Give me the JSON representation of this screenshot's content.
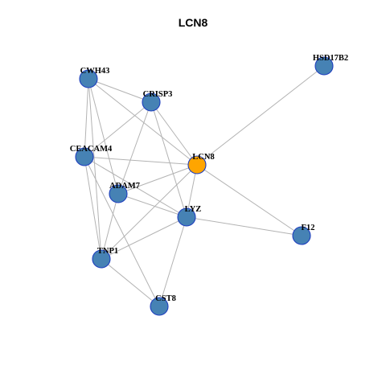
{
  "title": "LCN8",
  "colors": {
    "node_default": "#4682b4",
    "node_focus": "#ffa500",
    "node_border": "#1f3fbf",
    "edge": "#b3b3b3"
  },
  "nodes": [
    {
      "id": "CWH43",
      "label": "CWH43"
    },
    {
      "id": "HSD17B2",
      "label": "HSD17B2"
    },
    {
      "id": "CRISP3",
      "label": "CRISP3"
    },
    {
      "id": "CEACAM4",
      "label": "CEACAM4"
    },
    {
      "id": "LCN8",
      "label": "LCN8",
      "focus": true
    },
    {
      "id": "ADAM7",
      "label": "ADAM7"
    },
    {
      "id": "LYZ",
      "label": "LYZ"
    },
    {
      "id": "F12",
      "label": "F12"
    },
    {
      "id": "TNP1",
      "label": "TNP1"
    },
    {
      "id": "CST8",
      "label": "CST8"
    }
  ],
  "edges": [
    [
      "CWH43",
      "CRISP3"
    ],
    [
      "CWH43",
      "CEACAM4"
    ],
    [
      "CWH43",
      "ADAM7"
    ],
    [
      "CWH43",
      "TNP1"
    ],
    [
      "CWH43",
      "LCN8"
    ],
    [
      "CRISP3",
      "CEACAM4"
    ],
    [
      "CRISP3",
      "ADAM7"
    ],
    [
      "CRISP3",
      "LYZ"
    ],
    [
      "CRISP3",
      "LCN8"
    ],
    [
      "CEACAM4",
      "LCN8"
    ],
    [
      "CEACAM4",
      "LYZ"
    ],
    [
      "CEACAM4",
      "TNP1"
    ],
    [
      "CEACAM4",
      "CST8"
    ],
    [
      "HSD17B2",
      "LCN8"
    ],
    [
      "LCN8",
      "ADAM7"
    ],
    [
      "LCN8",
      "LYZ"
    ],
    [
      "LCN8",
      "TNP1"
    ],
    [
      "LCN8",
      "F12"
    ],
    [
      "ADAM7",
      "LYZ"
    ],
    [
      "ADAM7",
      "TNP1"
    ],
    [
      "LYZ",
      "TNP1"
    ],
    [
      "LYZ",
      "F12"
    ],
    [
      "LYZ",
      "CST8"
    ],
    [
      "TNP1",
      "CST8"
    ]
  ]
}
